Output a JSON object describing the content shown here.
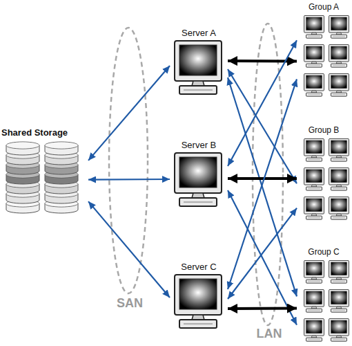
{
  "diagram": {
    "nodes": [
      {
        "text": [
          "Shared Storage"
        ]
      },
      {
        "text": [
          "Server A"
        ]
      },
      {
        "text": [
          "Server B"
        ]
      },
      {
        "text": [
          "Server C"
        ]
      },
      {
        "text": [
          "Group A"
        ]
      },
      {
        "text": [
          "Group B"
        ]
      },
      {
        "text": [
          "Group C"
        ]
      }
    ],
    "edges": [
      {
        "from": 0,
        "to": 1,
        "arrow": "both"
      },
      {
        "from": 0,
        "to": 2,
        "arrow": "both"
      },
      {
        "from": 0,
        "to": 3,
        "arrow": "both"
      },
      {
        "from": 1,
        "to": 4,
        "arrow": "both"
      },
      {
        "from": 1,
        "to": 5,
        "arrow": "both"
      },
      {
        "from": 1,
        "to": 6,
        "arrow": "both"
      },
      {
        "from": 2,
        "to": 4,
        "arrow": "both"
      },
      {
        "from": 2,
        "to": 5,
        "arrow": "both"
      },
      {
        "from": 2,
        "to": 6,
        "arrow": "both"
      },
      {
        "from": 3,
        "to": 4,
        "arrow": "both"
      },
      {
        "from": 3,
        "to": 5,
        "arrow": "both"
      },
      {
        "from": 3,
        "to": 6,
        "arrow": "both"
      }
    ],
    "labels": [
      "SAN",
      "LAN"
    ]
  }
}
